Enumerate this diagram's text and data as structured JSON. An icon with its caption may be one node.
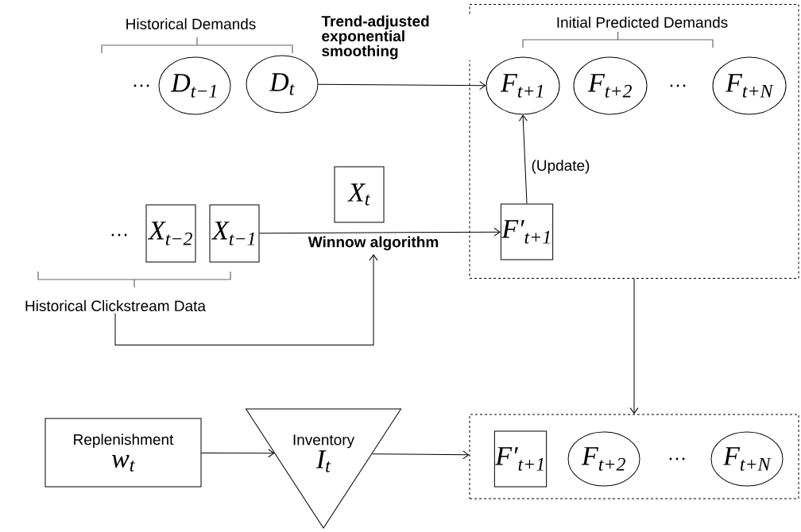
{
  "diagram": {
    "nodes": [
      {
        "text": [
          "D$_{t−1}$"
        ]
      },
      {
        "text": [
          "D$_{t}$"
        ]
      },
      {
        "text": [],
        "shape": "box"
      },
      {
        "text": [
          "F$_{t+1}$"
        ],
        "in": 2
      },
      {
        "text": [
          "F$_{t+2}$"
        ],
        "in": 2
      },
      {
        "text": [
          "F$_{t+N}$"
        ],
        "in": 2
      },
      {
        "text": [
          "F′$_{t+1}$"
        ],
        "in": 2
      },
      {
        "text": [
          "X$_{t}$"
        ]
      },
      {
        "text": [
          "X$_{t−2}$"
        ]
      },
      {
        "text": [
          "X$_{t−1}$"
        ]
      },
      {
        "text": [
          "Historical Clickstream Data"
        ]
      },
      {
        "text": [
          "Replenishment",
          "w$_{t}$"
        ]
      },
      {
        "text": [
          "Inventory",
          "I$_{t}$"
        ]
      },
      {
        "text": [],
        "shape": "box"
      },
      {
        "text": [
          "F′$_{t+1}$"
        ],
        "in": 13
      },
      {
        "text": [
          "F$_{t+2}$"
        ],
        "in": 13
      },
      {
        "text": [
          "F$_{t+N}$"
        ],
        "in": 13
      }
    ],
    "edges": [
      {
        "from": 1,
        "to": 3,
        "arrow": "to",
        "label": "Trend-adjusted exponential smoothing"
      },
      {
        "from": 6,
        "to": 3,
        "arrow": "to",
        "label": "(Update)"
      },
      {
        "from": 9,
        "to": 6,
        "arrow": "to",
        "label": "Winnow algorithm"
      },
      {
        "from": 10,
        "to": null,
        "arrow": "to"
      },
      {
        "from": 2,
        "to": 13,
        "arrow": "to"
      },
      {
        "from": 11,
        "to": 12,
        "arrow": "to"
      },
      {
        "from": 12,
        "to": 13,
        "arrow": "to"
      }
    ],
    "labels": [
      "Historical Demands",
      "Initial Predicted Demands",
      "…",
      "…",
      "…",
      "…"
    ]
  }
}
